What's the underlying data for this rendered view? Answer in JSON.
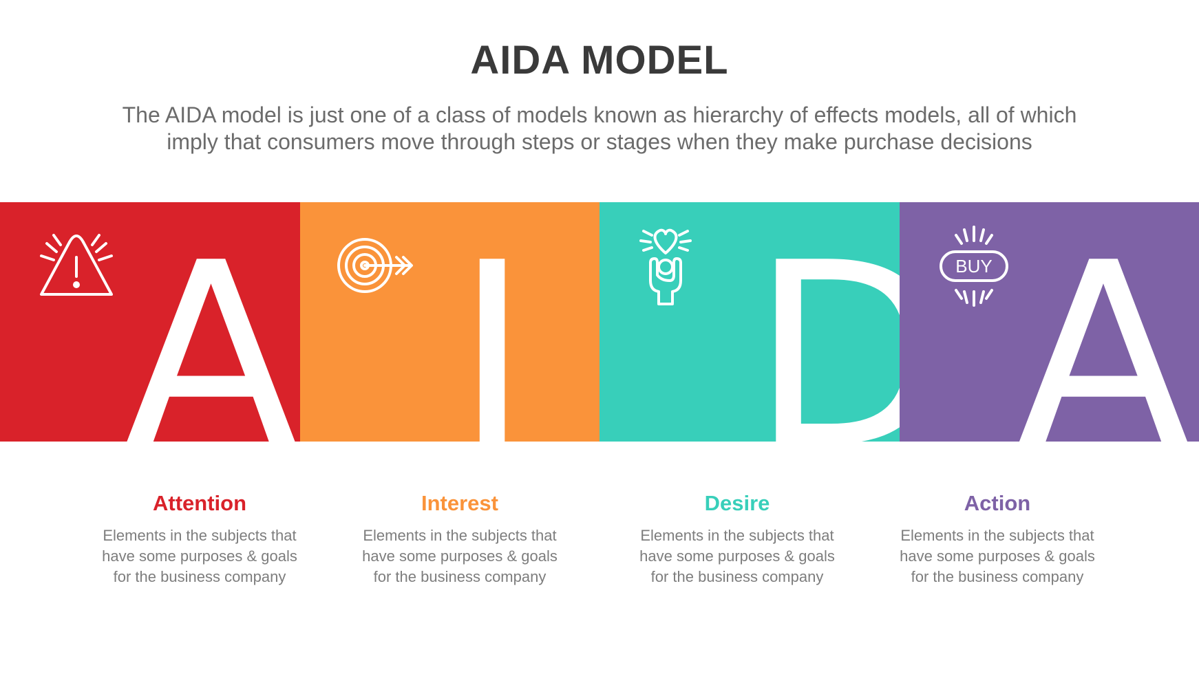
{
  "title": "AIDA MODEL",
  "subtitle": {
    "line1": "The AIDA model is just one of a class of models known as hierarchy of effects models, all of which",
    "line2": "imply that consumers move through steps or stages when they make purchase decisions"
  },
  "colors": {
    "attention": "#d9222a",
    "interest": "#fa933a",
    "desire": "#38cfba",
    "action": "#7e62a6"
  },
  "stages": [
    {
      "letter": "A",
      "name": "Attention",
      "icon": "warning-triangle-icon",
      "desc": [
        "Elements in the subjects that",
        "have  some purposes & goals",
        "for the  business company"
      ]
    },
    {
      "letter": "I",
      "name": "Interest",
      "icon": "target-arrow-icon",
      "desc": [
        "Elements in the subjects that",
        "have  some purposes & goals",
        "for the  business company"
      ]
    },
    {
      "letter": "D",
      "name": "Desire",
      "icon": "person-heart-icon",
      "desc": [
        "Elements in the subjects that",
        "have  some purposes & goals",
        "for the  business company"
      ]
    },
    {
      "letter": "A",
      "name": "Action",
      "icon": "buy-button-icon",
      "icon_text": "BUY",
      "desc": [
        "Elements in the subjects that",
        "have  some purposes & goals",
        "for the  business company"
      ]
    }
  ]
}
